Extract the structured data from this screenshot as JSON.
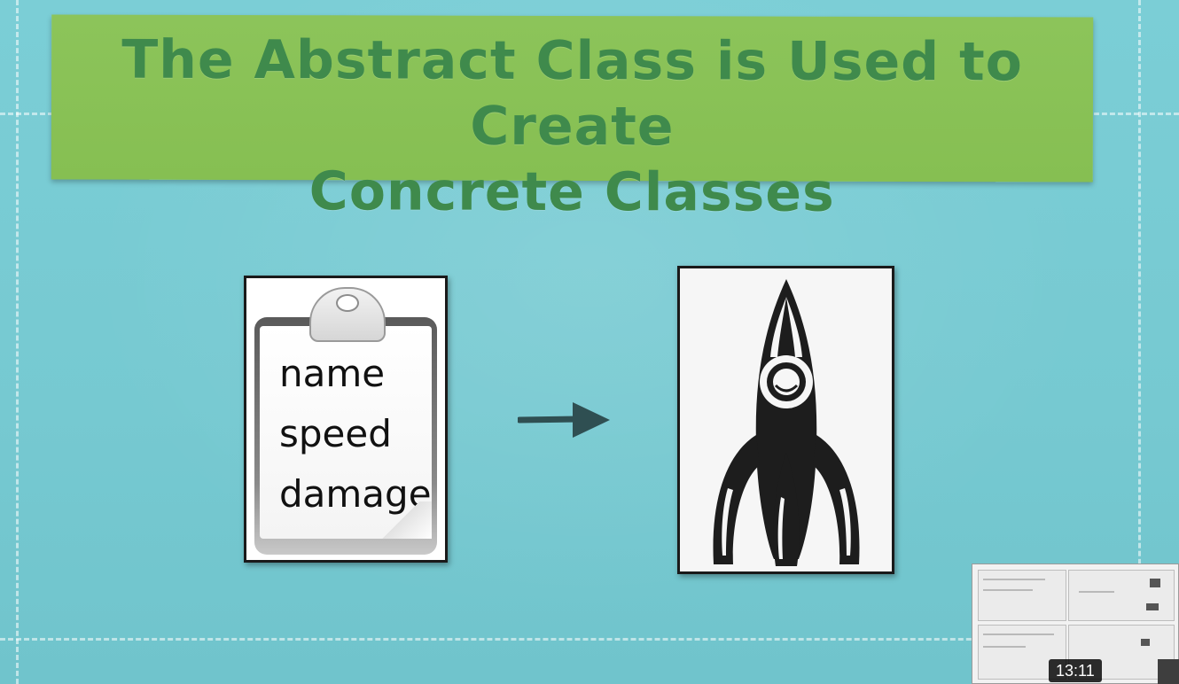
{
  "slide": {
    "title_line1": "The Abstract Class is Used to Create",
    "title_line2": "Concrete Classes",
    "attributes": [
      "name",
      "speed",
      "damage"
    ]
  },
  "video": {
    "timestamp": "13:11"
  },
  "colors": {
    "background": "#77cbd3",
    "banner": "#8cc45a",
    "banner_text": "#3f8a4c"
  },
  "icons": {
    "clipboard": "clipboard-icon",
    "arrow": "right-arrow-icon",
    "rocket": "rocket-icon"
  }
}
